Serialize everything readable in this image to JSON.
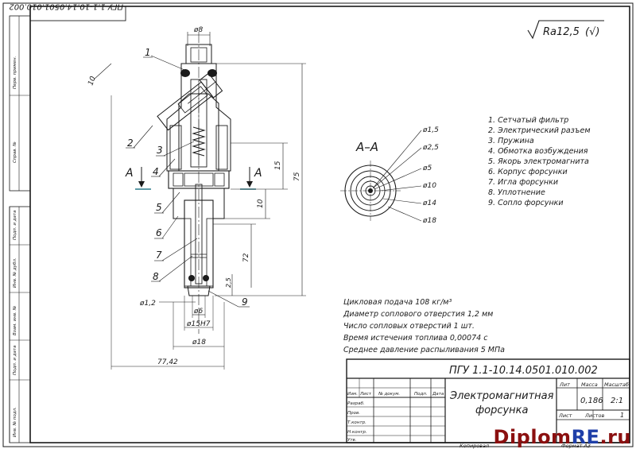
{
  "stamp_code": "ПГУ 1.1-10.14.0501.010.002",
  "stamp_code_rotated": "ПГУ 1.1-10.14.0501.010.002",
  "roughness": "Ra12,5",
  "roughness_suffix": "(√)",
  "section_label": "А–А",
  "cut_left": "А",
  "cut_right": "А",
  "dims": {
    "d8": "ø8",
    "d6": "ø6",
    "d15H7": "ø15H7",
    "d18": "ø18",
    "d12": "ø1,2",
    "len7742": "77,42",
    "len75": "75",
    "len15": "15",
    "len10a": "10",
    "len72": "72",
    "len25": "2,5",
    "len10b": "10"
  },
  "section_dims": [
    "ø1,5",
    "ø2,5",
    "ø5",
    "ø10",
    "ø14",
    "ø18"
  ],
  "callouts": [
    "1",
    "2",
    "3",
    "4",
    "5",
    "6",
    "7",
    "8",
    "9"
  ],
  "legend": [
    "1. Сетчатый фильтр",
    "2. Электрический разъем",
    "3. Пружина",
    "4. Обмотка возбуждения",
    "5. Якорь электромагнита",
    "6. Корпус форсунки",
    "7. Игла форсунки",
    "8. Уплотнение",
    "9. Сопло форсунки"
  ],
  "specs": [
    "Цикловая подача 108 кг/м³",
    "Диаметр соплового отверстия 1,2 мм",
    "Число сопловых отверстий 1 шт.",
    "Время истечения топлива 0,00074 с",
    "Среднее давление распыливания 5 МПа"
  ],
  "title_block": {
    "code": "ПГУ 1.1-10.14.0501.010.002",
    "name_line1": "Электромагнитная",
    "name_line2": "форсунка",
    "lit_header": "Лит",
    "mass_header": "Масса",
    "scale_header": "Масштаб",
    "mass": "0,186",
    "scale": "2:1",
    "sheet_label": "Лист",
    "sheets_label": "Листов",
    "sheets": "1",
    "row_labels": [
      "Изм.",
      "Лист",
      "№ докум.",
      "Подп.",
      "Дата"
    ],
    "sign_rows": [
      "Разраб.",
      "Пров.",
      "Т.контр.",
      "Н.контр.",
      "Утв."
    ],
    "copied": "Копировал",
    "format": "Формат А3"
  },
  "side_labels": [
    "Перв. примен.",
    "Справ. №",
    "Подп. и дата",
    "Инв. № дубл.",
    "Взам. инв. №",
    "Подп. и дата",
    "Инв. № подл."
  ],
  "watermark_a": "Diplom",
  "watermark_b": "RE",
  "watermark_c": ".ru"
}
